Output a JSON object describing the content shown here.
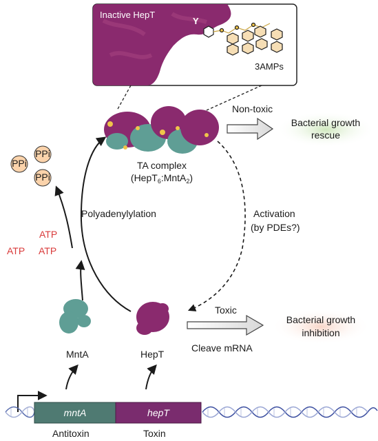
{
  "inset": {
    "title": "Inactive HepT",
    "residue": "Y",
    "ligand": "3AMPs"
  },
  "complex": {
    "name": "TA complex",
    "formula_main": "(HepT",
    "sub1": "6",
    "formula_mid": ":MntA",
    "sub2": "2",
    "formula_end": ")"
  },
  "nontoxic_label": "Non-toxic",
  "rescue": {
    "line1": "Bacterial growth",
    "line2": "rescue"
  },
  "ppi": [
    "PPi",
    "PPi",
    "PPi"
  ],
  "atp": [
    "ATP",
    "ATP",
    "ATP"
  ],
  "polyadenylation_label": "Polyadenylylation",
  "activation": {
    "line1": "Activation",
    "line2": "(by PDEs?)"
  },
  "mnta_label": "MntA",
  "hept_label": "HepT",
  "toxic_label": "Toxic",
  "cleave_label": "Cleave mRNA",
  "inhibition": {
    "line1": "Bacterial growth",
    "line2": "inhibition"
  },
  "genes": {
    "mnta": "mntA",
    "hept": "hepT"
  },
  "antitoxin_label": "Antitoxin",
  "toxin_label": "Toxin",
  "colors": {
    "hept_purple": "#8a2a6e",
    "mnta_teal": "#5f9e95",
    "mnta_box": "#4f7a72",
    "hept_box": "#7a2c6e",
    "atp_red": "#d93a3a",
    "ppi_fill": "#fbd3ab",
    "ligand_yellow": "#f0c44a"
  }
}
